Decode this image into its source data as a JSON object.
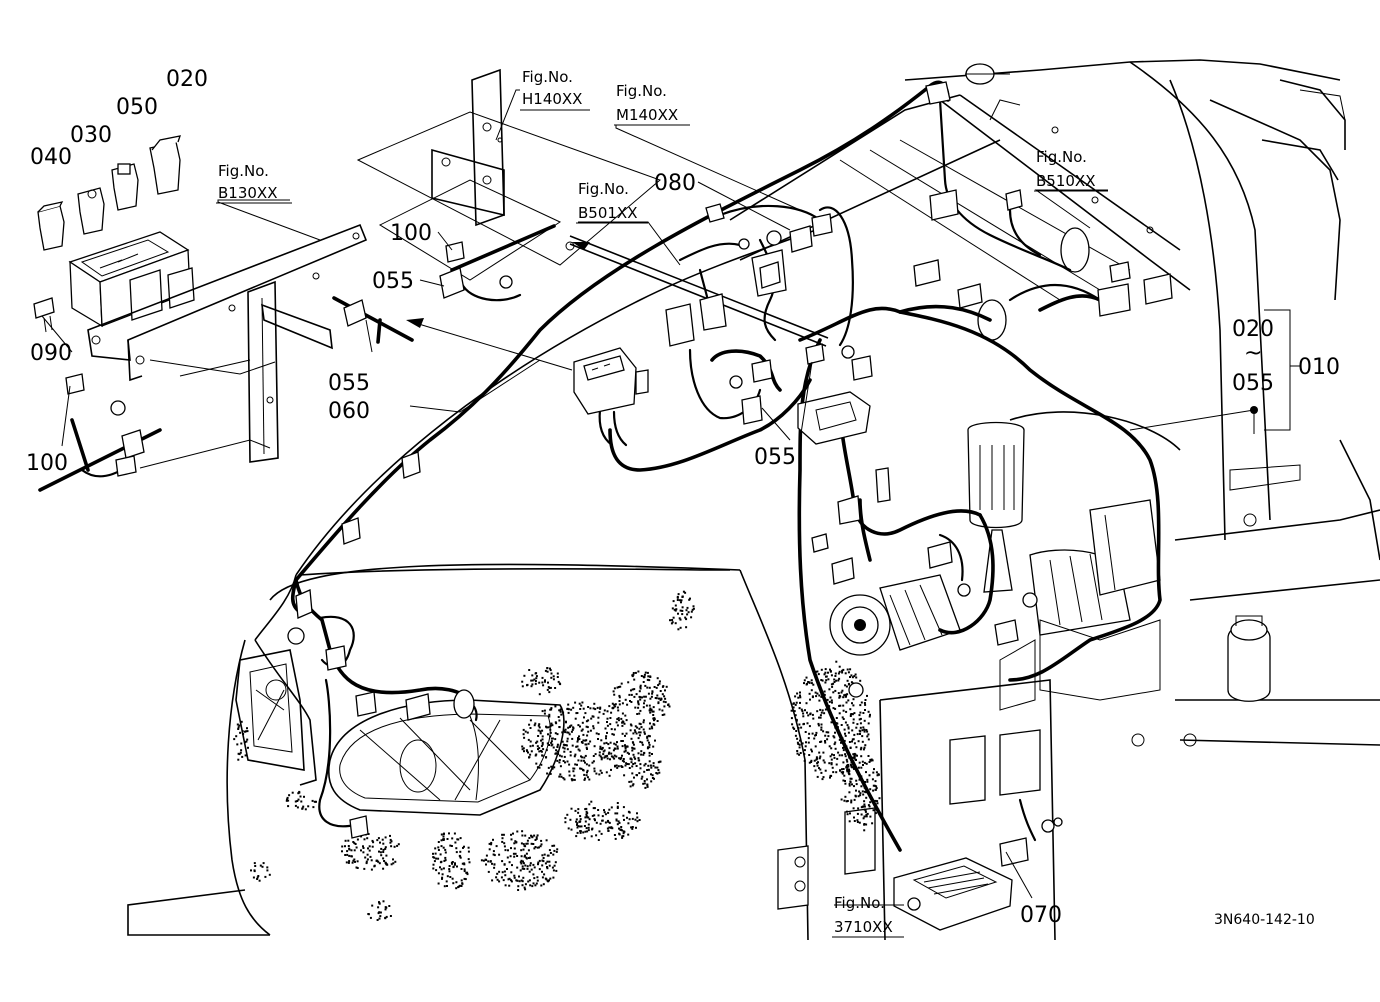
{
  "diagram": {
    "reference_code": "3N640-142-10",
    "fig_refs": [
      {
        "id": "h140",
        "label": "Fig.No.",
        "code": "H140XX"
      },
      {
        "id": "m140",
        "label": "Fig.No.",
        "code": "M140XX"
      },
      {
        "id": "b130",
        "label": "Fig.No.",
        "code": "B130XX"
      },
      {
        "id": "b501",
        "label": "Fig.No.",
        "code": "B501XX"
      },
      {
        "id": "b510",
        "label": "Fig.No.",
        "code": "B510XX"
      },
      {
        "id": "f3710",
        "label": "Fig.No.",
        "code": "3710XX"
      }
    ],
    "callouts": [
      {
        "id": "c020a",
        "text": "020"
      },
      {
        "id": "c050",
        "text": "050"
      },
      {
        "id": "c030",
        "text": "030"
      },
      {
        "id": "c040",
        "text": "040"
      },
      {
        "id": "c090",
        "text": "090"
      },
      {
        "id": "c100a",
        "text": "100"
      },
      {
        "id": "c100b",
        "text": "100"
      },
      {
        "id": "c055a",
        "text": "055"
      },
      {
        "id": "c055b",
        "text": "055"
      },
      {
        "id": "c060",
        "text": "060"
      },
      {
        "id": "c080",
        "text": "080"
      },
      {
        "id": "c055c",
        "text": "055"
      },
      {
        "id": "c020b",
        "text": "020"
      },
      {
        "id": "c055d",
        "text": "055"
      },
      {
        "id": "c010",
        "text": "010"
      },
      {
        "id": "c070",
        "text": "070"
      }
    ],
    "range_mark": "~"
  }
}
